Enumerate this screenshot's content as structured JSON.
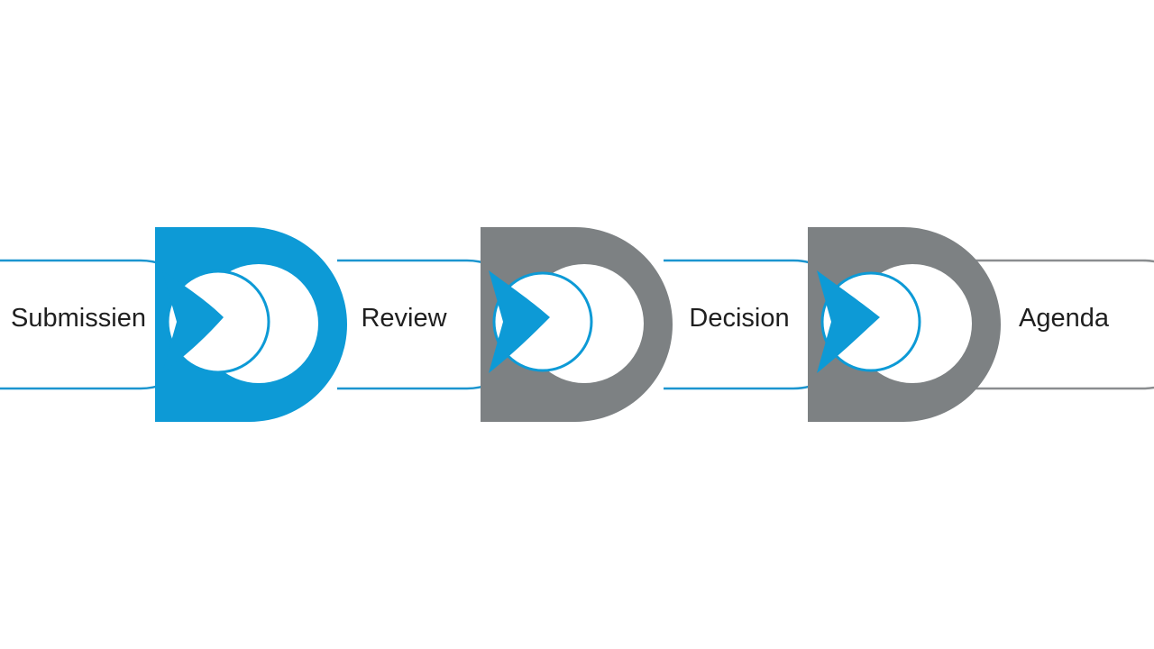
{
  "diagram": {
    "stages": [
      {
        "label": "Submissien",
        "connector_color": "#0d9ad6",
        "pill_color": "#1b95cf"
      },
      {
        "label": "Review",
        "connector_color": "#7d8183",
        "pill_color": "#1b95cf"
      },
      {
        "label": "Decision",
        "connector_color": "#7d8183",
        "pill_color": "#1b95cf"
      },
      {
        "label": "Agenda",
        "connector_color": null,
        "pill_color": "#8a8d8f"
      }
    ],
    "colors": {
      "accent_blue": "#0d9ad6",
      "gray": "#7d8183",
      "outline_blue": "#1b95cf",
      "outline_gray": "#8a8d8f",
      "background": "#ffffff"
    }
  }
}
